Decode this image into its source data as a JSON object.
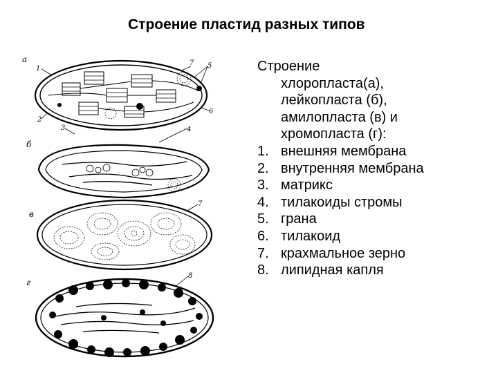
{
  "title": "Строение пластид разных типов",
  "caption": {
    "lines": [
      "Строение",
      "хлоропласта(а),",
      "лейкопласта (б),",
      "амилопласта (в) и",
      "хромопласта (г):"
    ],
    "items": [
      {
        "num": "1.",
        "text": "внешняя мембрана"
      },
      {
        "num": "2.",
        "text": "внутренняя мембрана"
      },
      {
        "num": "3.",
        "text": "матрикс"
      },
      {
        "num": "4.",
        "text": "тилакоиды стромы"
      },
      {
        "num": "5.",
        "text": "грана"
      },
      {
        "num": "6.",
        "text": "тилакоид"
      },
      {
        "num": "7.",
        "text": "крахмальное зерно"
      },
      {
        "num": "8.",
        "text": "липидная капля"
      }
    ]
  },
  "figure": {
    "panel_letters": [
      "а",
      "б",
      "в",
      "г"
    ],
    "callouts": [
      "1",
      "2",
      "3",
      "4",
      "5",
      "6",
      "7",
      "8"
    ]
  }
}
